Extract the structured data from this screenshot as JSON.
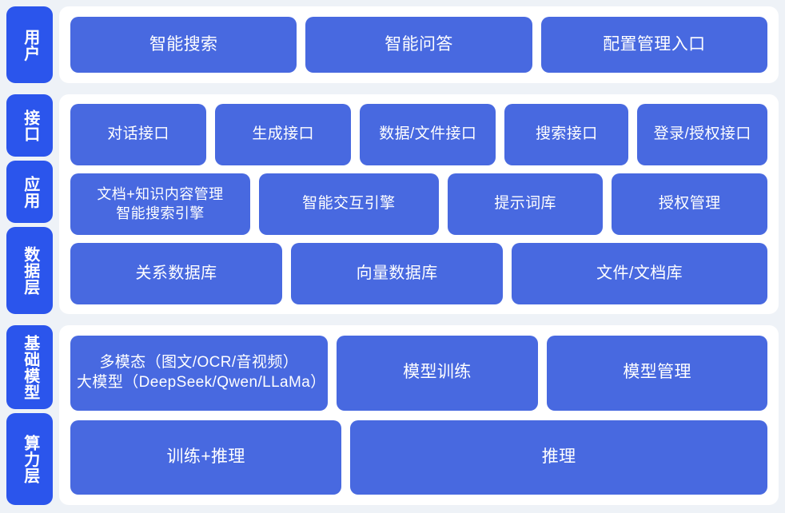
{
  "colors": {
    "page_background": "#eef2f7",
    "card_background": "#ffffff",
    "rail_pill": "#2b55ec",
    "box": "#4869e0",
    "box_text": "#ffffff"
  },
  "sections": [
    {
      "id": "user",
      "rails": [
        {
          "label": "用户"
        }
      ],
      "rows": [
        {
          "id": "user-entries",
          "boxes": [
            {
              "label": "智能搜索"
            },
            {
              "label": "智能问答"
            },
            {
              "label": "配置管理入口"
            }
          ]
        }
      ]
    },
    {
      "id": "middle",
      "rails": [
        {
          "label": "接口"
        },
        {
          "label": "应用"
        },
        {
          "label": "数据层"
        }
      ],
      "rows": [
        {
          "id": "interface",
          "boxes": [
            {
              "label": "对话接口"
            },
            {
              "label": "生成接口"
            },
            {
              "label": "数据/文件接口"
            },
            {
              "label": "搜索接口"
            },
            {
              "label": "登录/授权接口"
            }
          ]
        },
        {
          "id": "application",
          "boxes": [
            {
              "label": "文档+知识内容管理\n智能搜索引擎"
            },
            {
              "label": "智能交互引擎"
            },
            {
              "label": "提示词库"
            },
            {
              "label": "授权管理"
            }
          ]
        },
        {
          "id": "data",
          "boxes": [
            {
              "label": "关系数据库"
            },
            {
              "label": "向量数据库"
            },
            {
              "label": "文件/文档库"
            }
          ]
        }
      ]
    },
    {
      "id": "bottom",
      "rails": [
        {
          "label": "基础模型"
        },
        {
          "label": "算力层"
        }
      ],
      "rows": [
        {
          "id": "model",
          "boxes": [
            {
              "label": "多模态（图文/OCR/音视频）\n大模型（DeepSeek/Qwen/LLaMa）"
            },
            {
              "label": "模型训练"
            },
            {
              "label": "模型管理"
            }
          ]
        },
        {
          "id": "compute",
          "boxes": [
            {
              "label": "训练+推理"
            },
            {
              "label": "推理"
            }
          ]
        }
      ]
    }
  ]
}
